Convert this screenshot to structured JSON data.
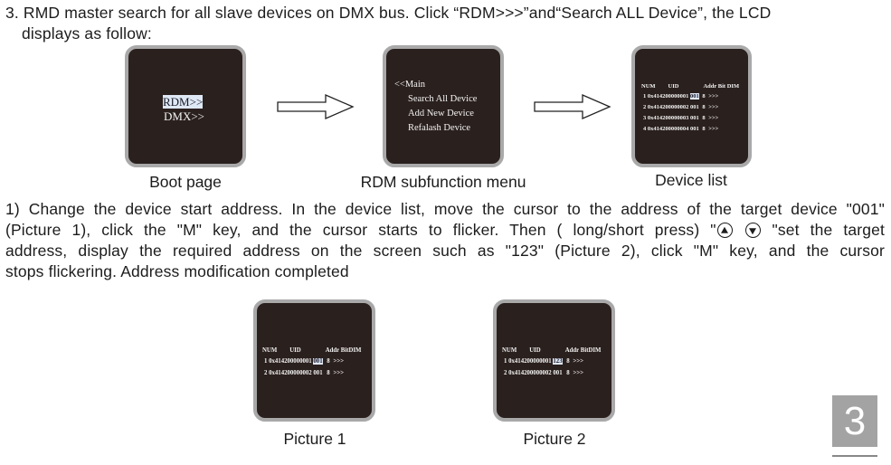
{
  "intro": {
    "line1": "3. RMD master search for all slave devices on DMX bus. Click “RDM>>>”and“Search ALL Device”, the LCD",
    "line2": "displays as follow:"
  },
  "boot_screen": {
    "item_rdm": "RDM>>",
    "item_dmx": "DMX>>",
    "caption": "Boot page"
  },
  "rdm_menu": {
    "back": "<<Main",
    "items": [
      "Search All Device",
      "Add New Device",
      "Refalash Device"
    ],
    "caption": "RDM subfunction menu"
  },
  "device_list": {
    "headers": {
      "num": "NUM",
      "uid": "UID",
      "addr": "Addr",
      "bit": "Bit",
      "dim": "DIM"
    },
    "rows": [
      {
        "num": "1",
        "uid": "0x414200000001",
        "addr": "001",
        "bit": "8",
        "dim": ">>>"
      },
      {
        "num": "2",
        "uid": "0x414200000002",
        "addr": "001",
        "bit": "8",
        "dim": ">>>"
      },
      {
        "num": "3",
        "uid": "0x414200000003",
        "addr": "001",
        "bit": "8",
        "dim": ">>>"
      },
      {
        "num": "4",
        "uid": "0x414200000004",
        "addr": "001",
        "bit": "8",
        "dim": ">>>"
      }
    ],
    "caption": "Device list"
  },
  "instructions": {
    "line1": "1) Change the device start address. In the device list, move the cursor to the address of the target device \"001\"",
    "line2_pre": "(Picture 1), click the \"M\" key, and the cursor starts to flicker. Then ( long/short press) \"",
    "line2_post": " \"set the target",
    "line3": "address, display the required address on the screen such as \"123\" (Picture 2), click \"M\" key, and the cursor",
    "line4": "stops flickering. Address modification completed"
  },
  "picture1": {
    "headers": {
      "num": "NUM",
      "uid": "UID",
      "addr": "Addr",
      "bit": "Bit",
      "dim": "DIM"
    },
    "rows": [
      {
        "num": "1",
        "uid": "0x414200000001",
        "addr": "001",
        "bit": "8",
        "dim": ">>>"
      },
      {
        "num": "2",
        "uid": "0x414200000002",
        "addr": "001",
        "bit": "8",
        "dim": ">>>"
      }
    ],
    "caption": "Picture 1"
  },
  "picture2": {
    "headers": {
      "num": "NUM",
      "uid": "UID",
      "addr": "Addr",
      "bit": "Bit",
      "dim": "DIM"
    },
    "rows": [
      {
        "num": "1",
        "uid": "0x414200000001",
        "addr": "123",
        "bit": "8",
        "dim": ">>>"
      },
      {
        "num": "2",
        "uid": "0x414200000002",
        "addr": "001",
        "bit": "8",
        "dim": ">>>"
      }
    ],
    "caption": "Picture 2"
  },
  "page_number": "3",
  "colors": {
    "screen_bg": "#2a201e",
    "screen_border": "#a9a9a9",
    "cursor_highlight": "#dfe8f5",
    "page_tab": "#a3a3a3"
  },
  "icons": [
    "up-button-icon",
    "down-button-icon",
    "right-arrow-icon"
  ]
}
